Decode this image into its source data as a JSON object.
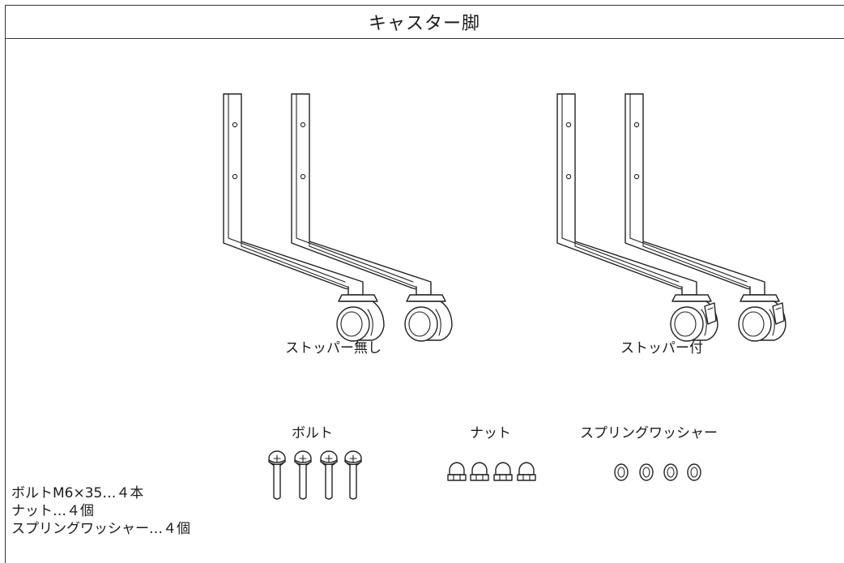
{
  "header": {
    "title": "キャスター脚"
  },
  "legs": {
    "without_stopper_label": "ストッパー無し",
    "with_stopper_label": "ストッパー付"
  },
  "hardware": {
    "bolt_label": "ボルト",
    "nut_label": "ナット",
    "washer_label": "スプリングワッシャー"
  },
  "parts_list": [
    "ボルトM6×35…４本",
    "ナット…４個",
    "スプリングワッシャー…４個"
  ]
}
